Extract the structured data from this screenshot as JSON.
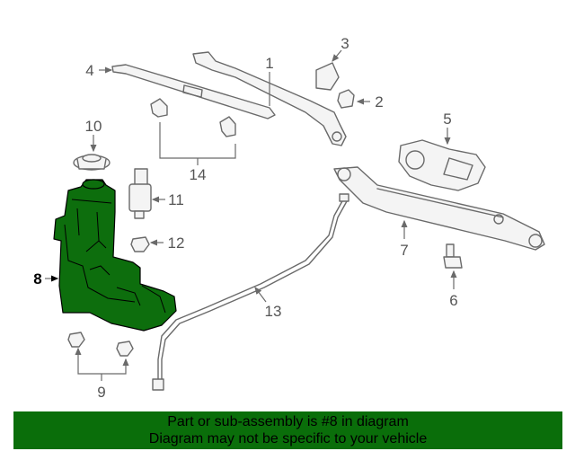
{
  "diagram": {
    "callouts": {
      "c1": "1",
      "c2": "2",
      "c3": "3",
      "c4": "4",
      "c5": "5",
      "c6": "6",
      "c7": "7",
      "c8": "8",
      "c9": "9",
      "c10": "10",
      "c11": "11",
      "c12": "12",
      "c13": "13",
      "c14": "14"
    },
    "highlight_color": "#0d6e0d"
  },
  "banner": {
    "line1": "Part or sub-assembly is #8 in diagram",
    "line2": "Diagram may not be specific to your vehicle",
    "background": "#0a6e0a"
  }
}
